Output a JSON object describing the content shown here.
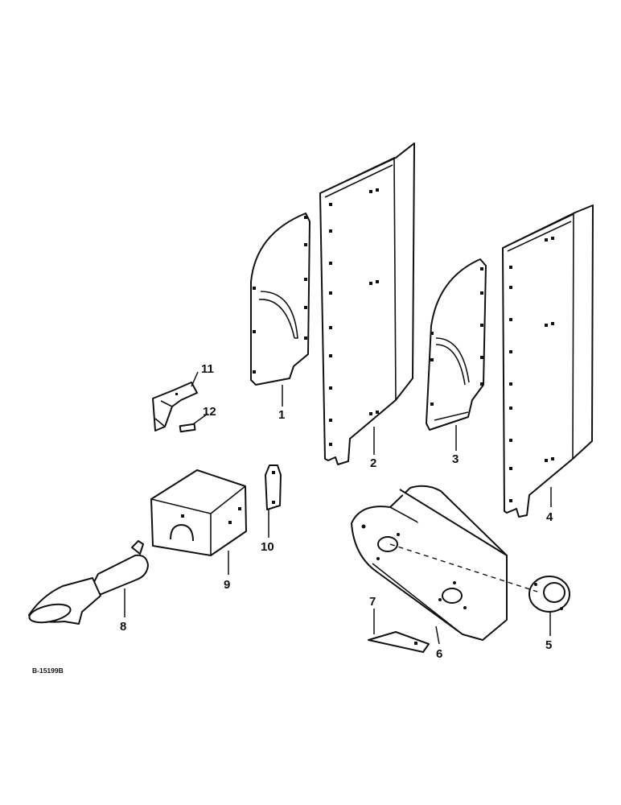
{
  "diagram_code": "B-15199B",
  "callouts": {
    "c1": "1",
    "c2": "2",
    "c3": "3",
    "c4": "4",
    "c5": "5",
    "c6": "6",
    "c7": "7",
    "c8": "8",
    "c9": "9",
    "c10": "10",
    "c11": "11",
    "c12": "12"
  },
  "colors": {
    "ink": "#111111",
    "paper": "#ffffff"
  }
}
